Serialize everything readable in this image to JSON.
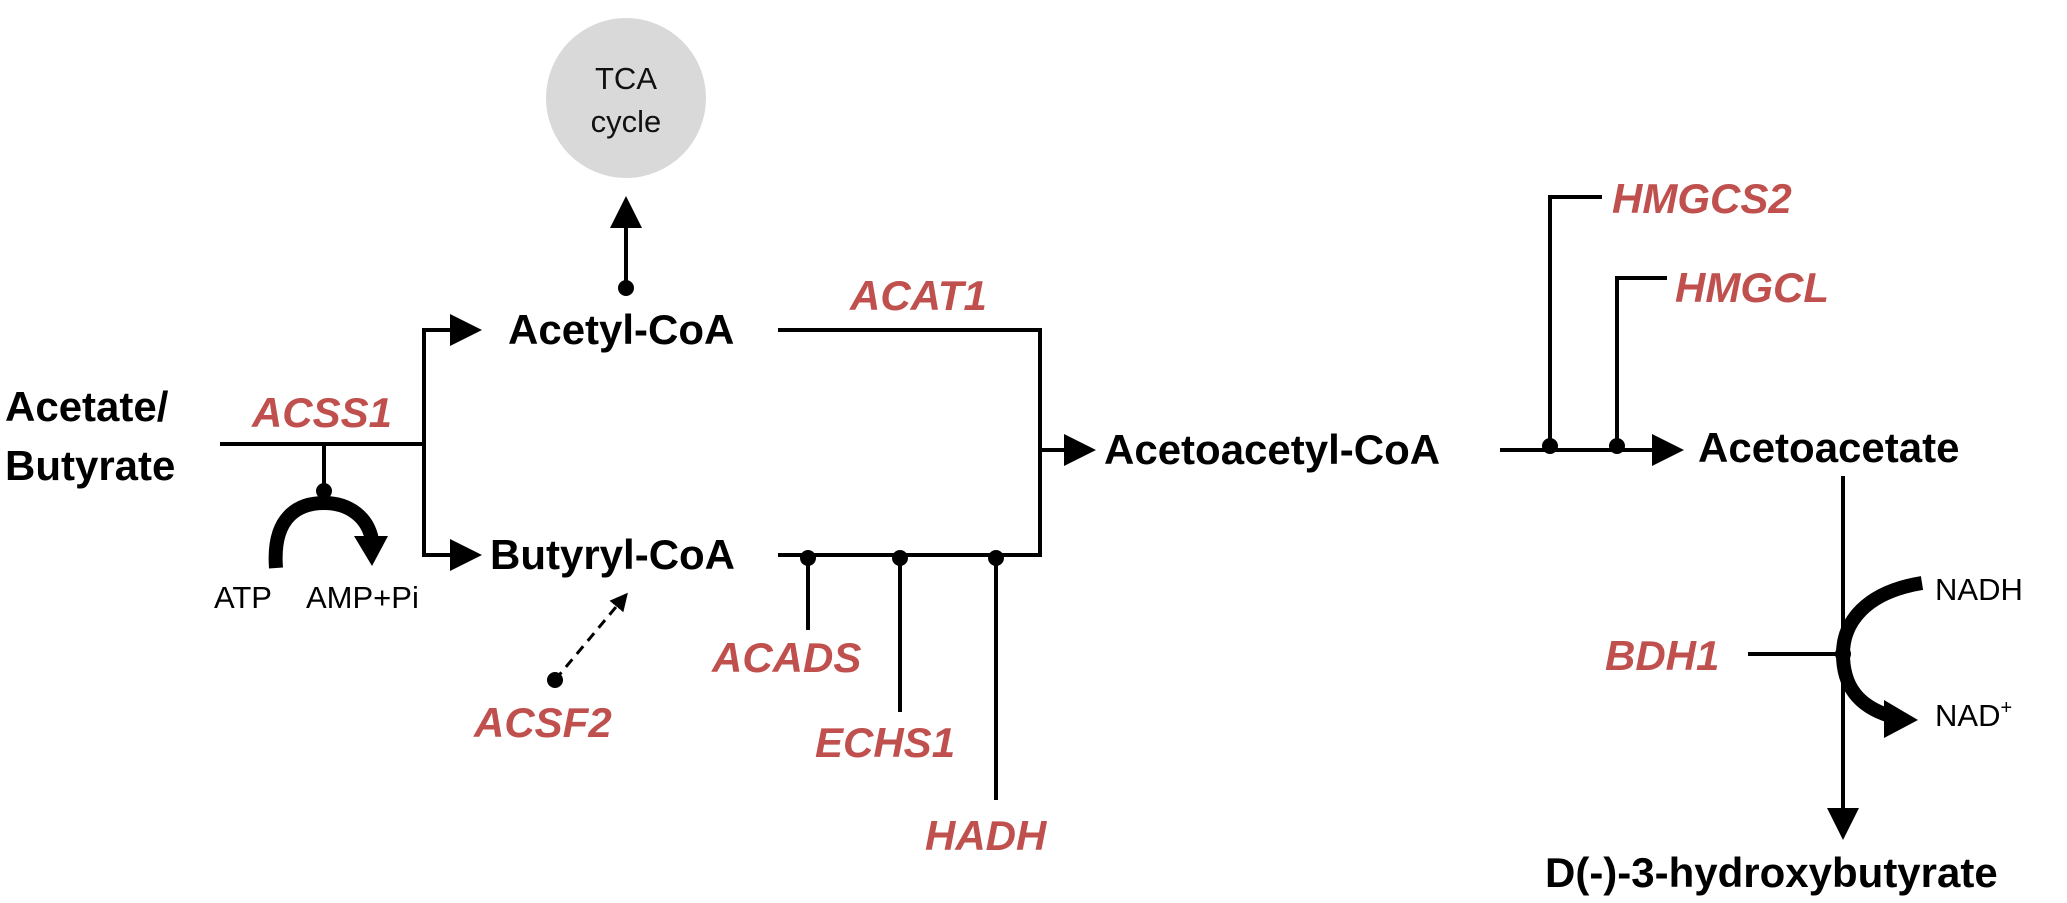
{
  "metabolites": {
    "acetate_butyrate_line1": "Acetate/",
    "acetate_butyrate_line2": "Butyrate",
    "acetyl_coa": "Acetyl-CoA",
    "butyryl_coa": "Butyryl-CoA",
    "acetoacetyl_coa": "Acetoacetyl-CoA",
    "acetoacetate": "Acetoacetate",
    "hydroxybutyrate": "D(-)-3-hydroxybutyrate"
  },
  "enzymes": {
    "acss1": "ACSS1",
    "acsf2": "ACSF2",
    "acat1": "ACAT1",
    "acads": "ACADS",
    "echs1": "ECHS1",
    "hadh": "HADH",
    "hmgcs2": "HMGCS2",
    "hmgcl": "HMGCL",
    "bdh1": "BDH1"
  },
  "cofactors": {
    "atp": "ATP",
    "amp_pi": "AMP+Pi",
    "nadh": "NADH",
    "nad": "NAD",
    "nad_charge": "+"
  },
  "tca": {
    "line1": "TCA",
    "line2": "cycle"
  },
  "colors": {
    "enzyme": "#c0504d",
    "metabolite": "#000000",
    "tca_fill": "#d9d9d9"
  }
}
